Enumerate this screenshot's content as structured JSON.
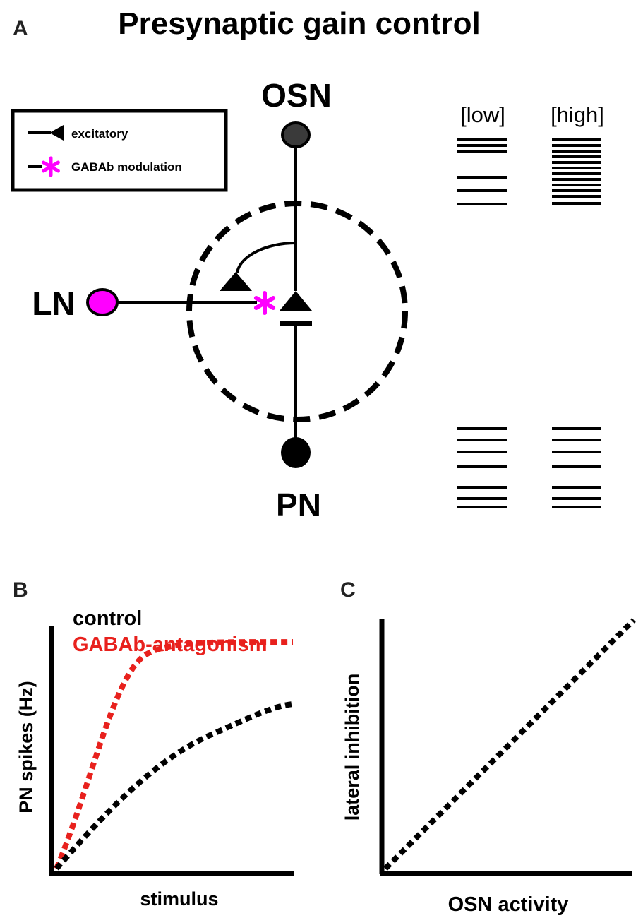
{
  "figure": {
    "panel_a": {
      "label": "A",
      "title": "Presynaptic gain control",
      "legend": {
        "excitatory": "excitatory",
        "modulation": "GABAb modulation"
      },
      "neurons": {
        "osn": "OSN",
        "ln": "LN",
        "pn": "PN"
      },
      "conditions": [
        "[low]",
        "[high]"
      ],
      "colors": {
        "ln_fill": "#ff00ff",
        "osn_fill": "#3a3a3a",
        "pn_fill": "#000000",
        "modulation": "#ff00ff"
      }
    },
    "panel_b": {
      "label": "B",
      "legend": {
        "control": "control",
        "antagonist": "GABAb-antagonism"
      },
      "xlabel": "stimulus",
      "ylabel": "PN spikes (Hz)",
      "colors": {
        "control": "#000000",
        "antagonist": "#e8211d"
      }
    },
    "panel_c": {
      "label": "C",
      "xlabel": "OSN activity",
      "ylabel": "lateral inhibition"
    }
  }
}
